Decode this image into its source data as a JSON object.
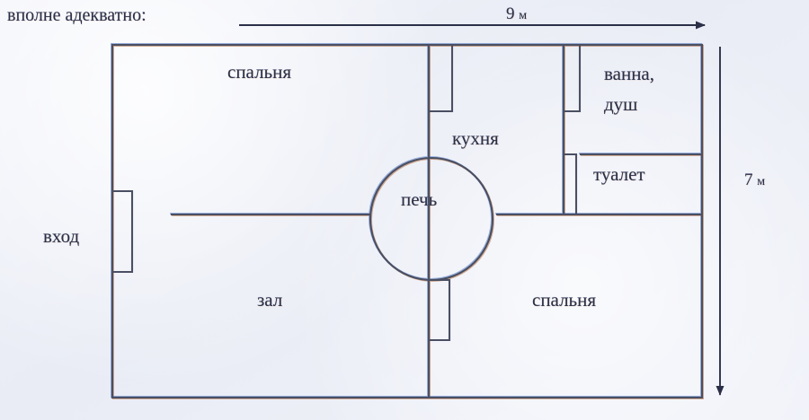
{
  "caption": {
    "text": "вполне адекватно:"
  },
  "dimensions": {
    "width_label": "9",
    "width_unit": "м",
    "height_label": "7",
    "height_unit": "м"
  },
  "floorplan": {
    "title": "вполне адекватно:",
    "overall_width_m": 9,
    "overall_height_m": 7,
    "rooms": [
      {
        "id": "bedroom-top",
        "label": "спальня"
      },
      {
        "id": "kitchen",
        "label": "кухня"
      },
      {
        "id": "bathroom",
        "label": "ванна, душ"
      },
      {
        "id": "bathroom-line1",
        "label": "ванна,"
      },
      {
        "id": "bathroom-line2",
        "label": "душ"
      },
      {
        "id": "toilet",
        "label": "туалет"
      },
      {
        "id": "hall",
        "label": "зал"
      },
      {
        "id": "bedroom-bottom",
        "label": "спальня"
      },
      {
        "id": "stove",
        "label": "печь"
      },
      {
        "id": "entrance",
        "label": "вход"
      }
    ],
    "colors": {
      "wall": "#4a4f63",
      "wall_tint_warm": "#b07a52",
      "wall_tint_cool": "#5f7fc0",
      "paper": "#eef1f8",
      "text": "#2a2f45"
    }
  }
}
